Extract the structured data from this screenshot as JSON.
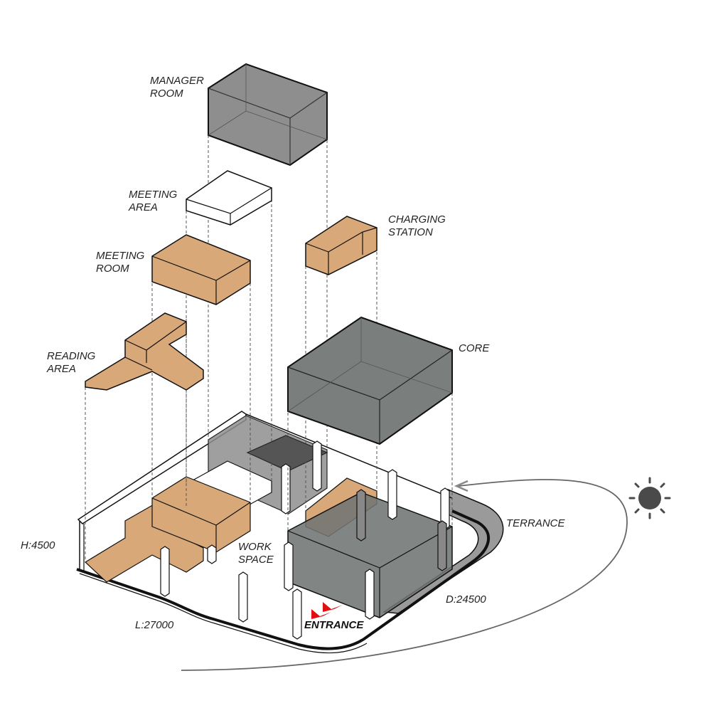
{
  "labels": {
    "manager_room": [
      "MANAGER",
      "ROOM"
    ],
    "meeting_area": [
      "MEETING",
      "AREA"
    ],
    "charging_station": [
      "CHARGING",
      "STATION"
    ],
    "meeting_room": [
      "MEETING",
      "ROOM"
    ],
    "reading_area": [
      "READING",
      "AREA"
    ],
    "core": "CORE",
    "terrance": "TERRANCE",
    "work_space": [
      "WORK",
      "SPACE"
    ],
    "entrance": "ENTRANCE"
  },
  "dimensions": {
    "height": "H:4500",
    "length": "L:27000",
    "depth": "D:24500"
  },
  "colors": {
    "wood": "#d9a878",
    "grey_volume": "#8a8a8a",
    "dark_core": "#7a7e7c",
    "entrance_arrow": "#e01010",
    "sun": "#4a4a4a"
  },
  "icons": [
    "sun-icon",
    "entrance-arrow-icon",
    "sun-path-arrow"
  ]
}
